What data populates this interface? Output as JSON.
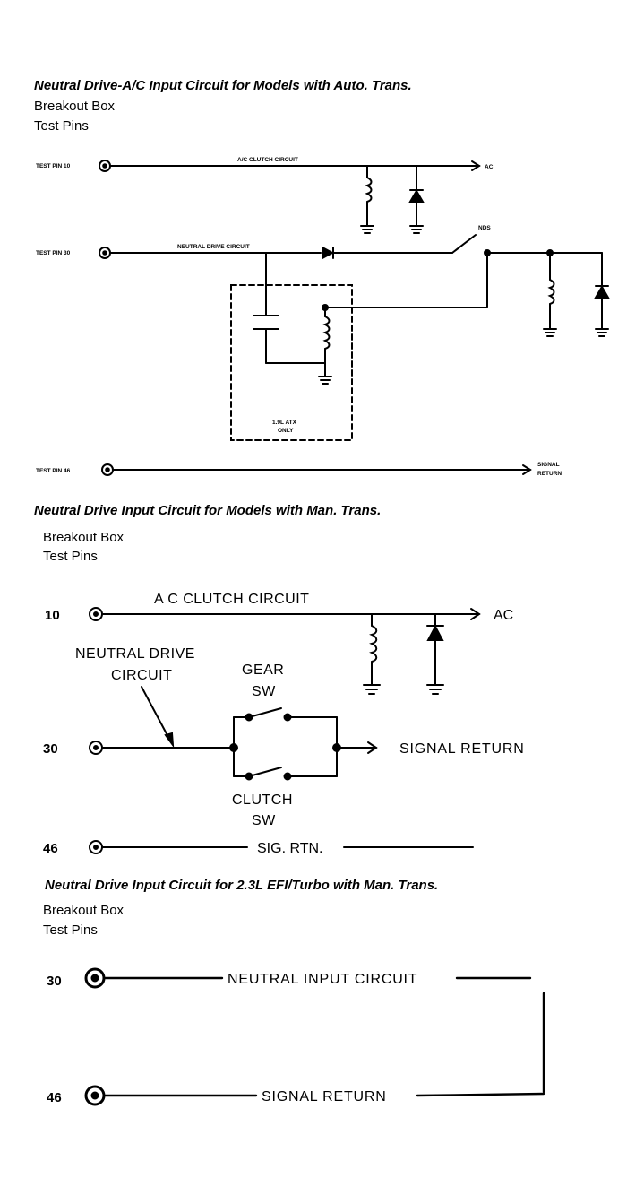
{
  "section1": {
    "title": "Neutral Drive-A/C Input Circuit for Models with Auto. Trans.",
    "sub1": "Breakout Box",
    "sub2": "Test Pins",
    "pin10": "TEST PIN 10",
    "pin30": "TEST PIN 30",
    "pin46": "TEST PIN 46",
    "ac_clutch": "A/C CLUTCH CIRCUIT",
    "ac": "AC",
    "neutral_drive": "NEUTRAL DRIVE CIRCUIT",
    "nds": "NDS",
    "atx_line1": "1.9L ATX",
    "atx_line2": "ONLY",
    "signal_line1": "SIGNAL",
    "signal_line2": "RETURN"
  },
  "section2": {
    "title": "Neutral Drive Input Circuit for Models with Man. Trans.",
    "sub1": "Breakout Box",
    "sub2": "Test Pins",
    "pin10": "10",
    "pin30": "30",
    "pin46": "46",
    "ac_clutch": "A C CLUTCH CIRCUIT",
    "ac": "AC",
    "neutral_line1": "NEUTRAL DRIVE",
    "neutral_line2": "CIRCUIT",
    "gear_line1": "GEAR",
    "gear_line2": "SW",
    "clutch_line1": "CLUTCH",
    "clutch_line2": "SW",
    "signal_return": "SIGNAL RETURN",
    "sig_rtn": "SIG. RTN."
  },
  "section3": {
    "title": "Neutral Drive Input Circuit for 2.3L EFI/Turbo with Man. Trans.",
    "sub1": "Breakout Box",
    "sub2": "Test Pins",
    "pin30": "30",
    "pin46": "46",
    "neutral_input": "NEUTRAL INPUT CIRCUIT",
    "signal_return": "SIGNAL RETURN"
  }
}
